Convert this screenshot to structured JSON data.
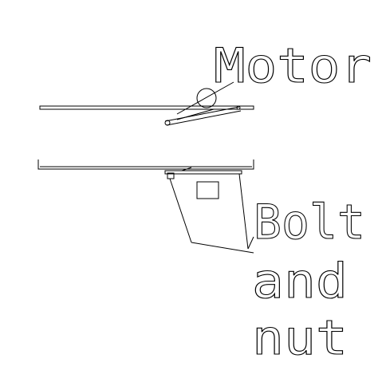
{
  "labels": {
    "motor": "Motor",
    "bolt_line1": "Bolt",
    "bolt_line2": "and",
    "bolt_line3": "nut"
  },
  "colors": {
    "stroke": "#000000",
    "background": "#ffffff"
  }
}
